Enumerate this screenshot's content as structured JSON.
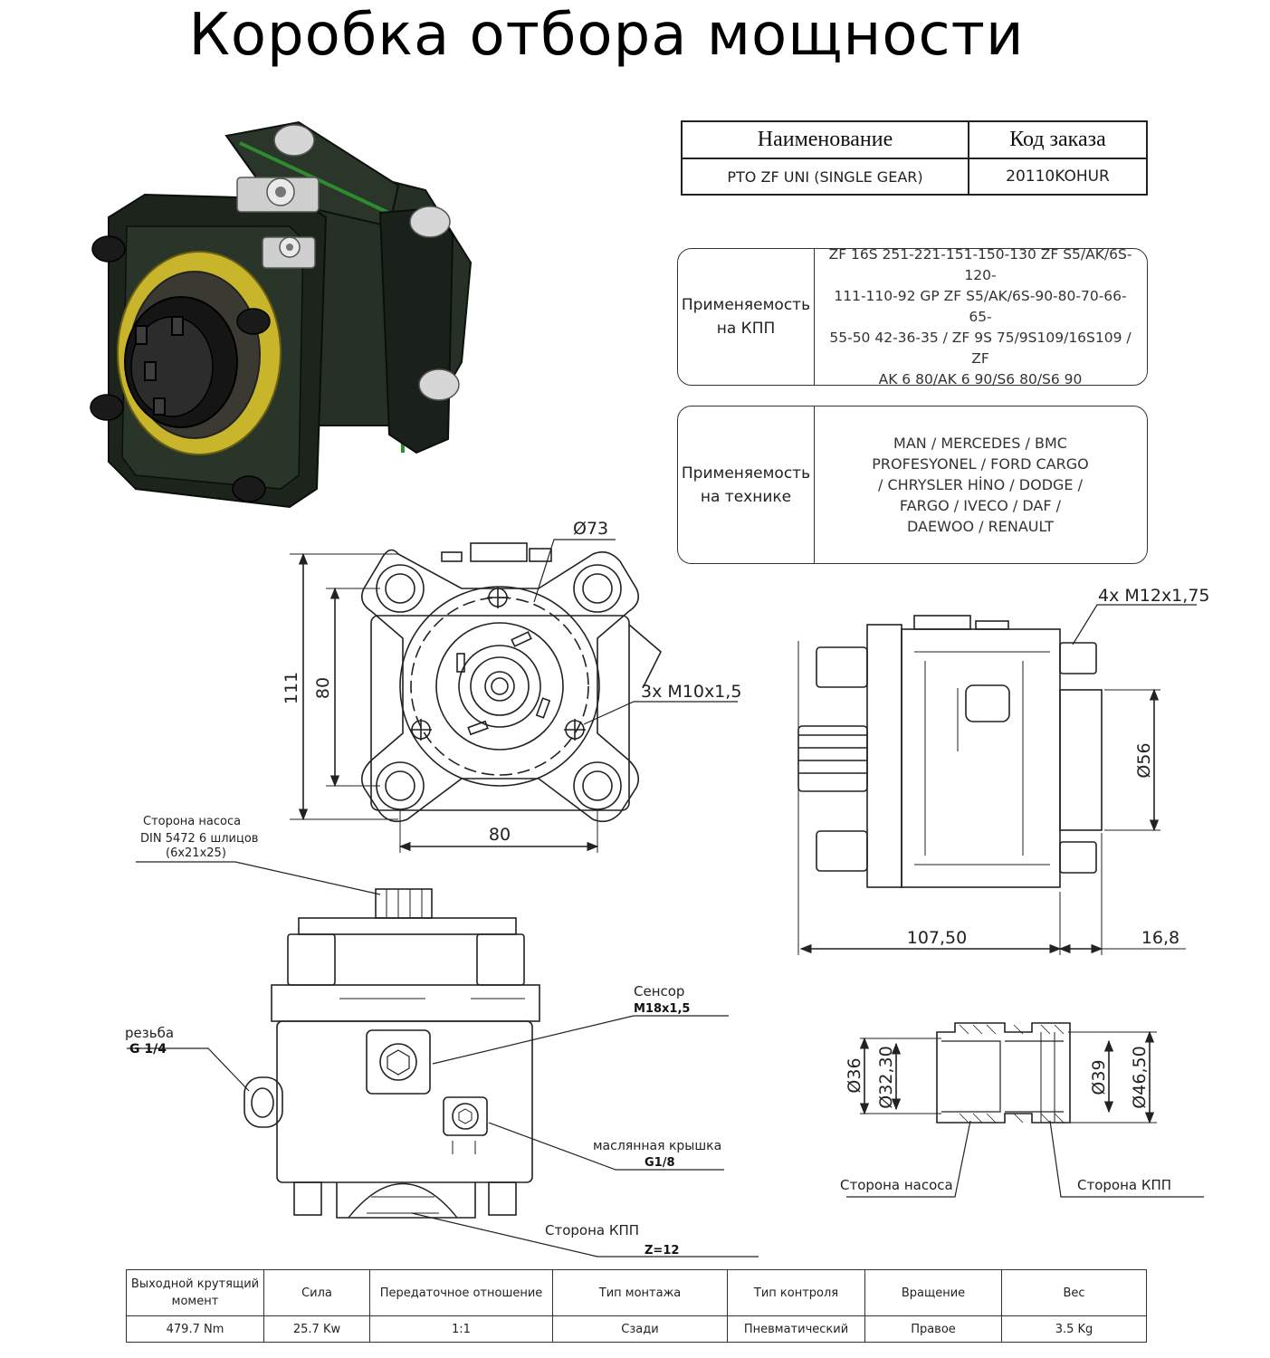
{
  "title": "Коробка отбора мощности",
  "order_table": {
    "header_name": "Наименование",
    "header_code": "Код заказа",
    "name": "PTO ZF UNI (SINGLE GEAR)",
    "code": "20110KOHUR"
  },
  "gearbox_box": {
    "label_line1": "Применяемость",
    "label_line2": "на КПП",
    "lines": [
      "ZF 16S 251-221-151-150-130 ZF S5/AK/6S-120-",
      "111-110-92 GP ZF S5/AK/6S-90-80-70-66-65-",
      "55-50 42-36-35 / ZF 9S 75/9S109/16S109 / ZF",
      "AK 6 80/AK 6 90/S6 80/S6 90"
    ]
  },
  "vehicle_box": {
    "label_line1": "Применяемость",
    "label_line2": "на  технике",
    "lines": [
      "MAN / MERCEDES / BMC",
      "PROFESYONEL / FORD CARGO",
      "/ CHRYSLER HİNO / DODGE /",
      "FARGO / IVECO / DAF /",
      "DAEWOO / RENAULT"
    ]
  },
  "front_view": {
    "dia_73": "Ø73",
    "height_111": "111",
    "height_80": "80",
    "width_80": "80",
    "bolts_3x": "3x M10x1,5"
  },
  "side_view": {
    "bolts_4x": "4x M12x1,75",
    "dia_56": "Ø56",
    "len_107": "107,50",
    "len_16": "16,8"
  },
  "bottom_view": {
    "pump_side_line1": "Сторона насоса",
    "pump_side_line2": "DIN 5472 6 шлицов",
    "pump_side_line3": "(6x21x25)",
    "thread_label": "резьба",
    "thread_value": "G 1/4",
    "sensor_label": "Сенсор",
    "sensor_value": "M18x1,5",
    "oil_cap_label": "масляннaя крышка",
    "oil_cap_value": "G1/8",
    "gearbox_side_label": "Сторона КПП",
    "gearbox_side_value": "Z=12"
  },
  "shaft_view": {
    "dia_36": "Ø36",
    "dia_32": "Ø32,30",
    "dia_39": "Ø39",
    "dia_46": "Ø46,50",
    "pump_side": "Сторона насоса",
    "gearbox_side": "Сторона КПП"
  },
  "spec_table": {
    "headers": [
      "Выходной крутящий момент",
      "Сила",
      "Передаточное отношение",
      "Тип монтажа",
      "Тип контроля",
      "Вращение",
      "Вес"
    ],
    "values": [
      "479.7 Nm",
      "25.7 Kw",
      "1:1",
      "Сзади",
      "Пневматический",
      "Правое",
      "3.5 Kg"
    ]
  },
  "colors": {
    "housing": "#1f2a1f",
    "seal_ring": "#c9b52c",
    "gasket_line": "#2e8b2e"
  }
}
